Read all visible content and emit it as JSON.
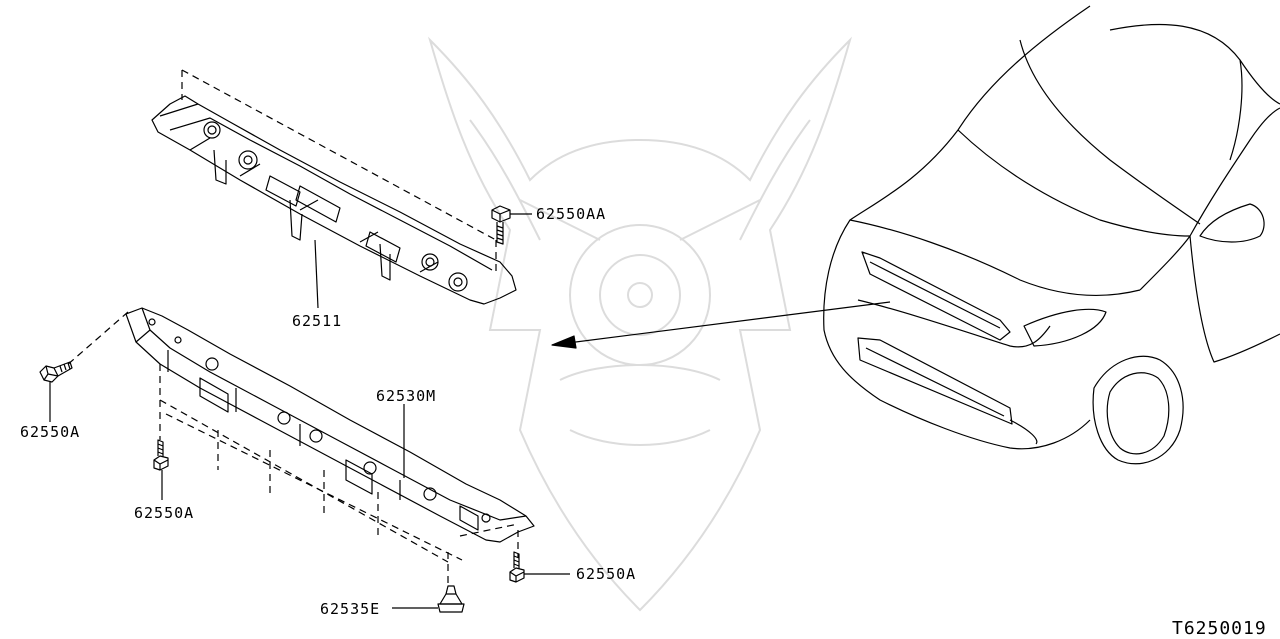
{
  "diagram": {
    "id": "T6250019",
    "parts": [
      {
        "part_no": "62511"
      },
      {
        "part_no": "62530M"
      },
      {
        "part_no": "62550AA"
      },
      {
        "part_no": "62550A"
      },
      {
        "part_no": "62550A"
      },
      {
        "part_no": "62550A"
      },
      {
        "part_no": "62535E"
      }
    ]
  },
  "colors": {
    "line": "#000000",
    "watermark": "#dcdcdc",
    "background": "#ffffff"
  }
}
